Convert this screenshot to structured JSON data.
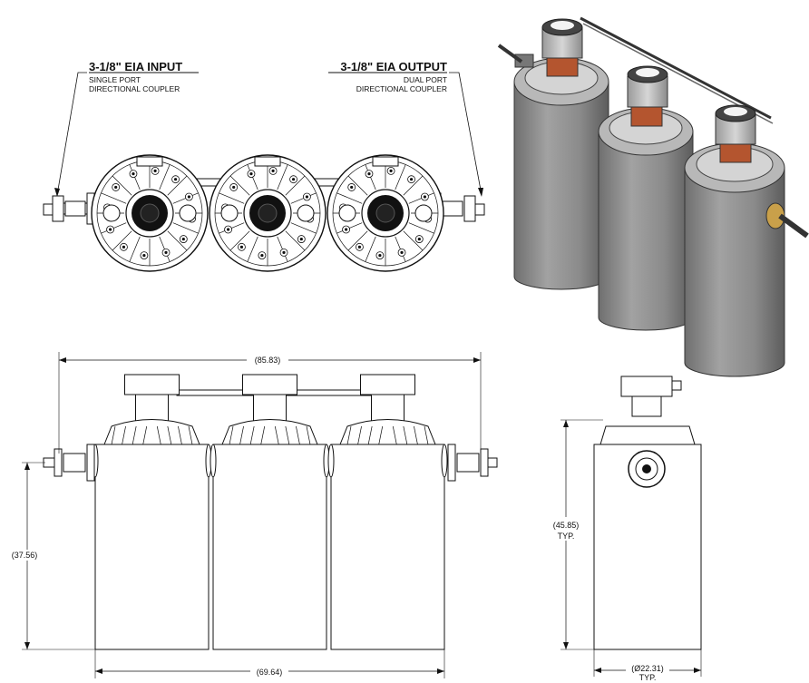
{
  "input_label": {
    "title": "3-1/8\" EIA INPUT",
    "line1": "SINGLE PORT",
    "line2": "DIRECTIONAL COUPLER"
  },
  "output_label": {
    "title": "3-1/8\" EIA OUTPUT",
    "line1": "DUAL PORT",
    "line2": "DIRECTIONAL COUPLER"
  },
  "dimensions": {
    "overall_width": "(85.83)",
    "body_width": "(69.64)",
    "port_height": "(37.56)",
    "total_height": "(45.85)",
    "total_height_note": "TYP.",
    "diameter": "(Ø22.31)",
    "diameter_note": "TYP."
  },
  "colors": {
    "line": "#1a1a1a",
    "cavity_gray": "#8e8e8e",
    "copper": "#b4552f",
    "cap_gray": "#c8c8c8"
  },
  "views": {
    "top_cavity_count": 3,
    "front_cavity_count": 3
  }
}
